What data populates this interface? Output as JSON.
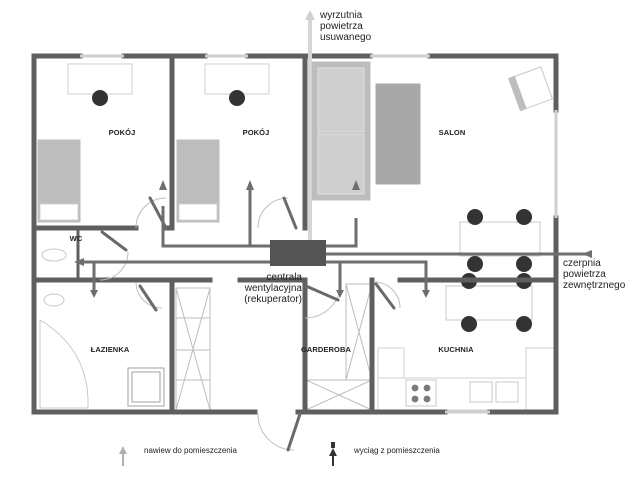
{
  "rooms": {
    "pokoj1": "POKÓJ",
    "pokoj2": "POKÓJ",
    "salon": "SALON",
    "wc": "WC",
    "lazienka": "ŁAZIENKA",
    "garderoba": "GARDEROBA",
    "kuchnia": "KUCHNIA"
  },
  "annotations": {
    "exhaust_out": "wyrzutnia\npowietrza\nusuwanego",
    "intake": "czerpnia\npowietrza\nzewnętrznego",
    "central_unit": "centrala\nwentylacyjna\n(rekuperator)"
  },
  "legend": {
    "supply": "nawiew do pomieszczenia",
    "extract": "wyciąg z pomieszczenia"
  },
  "colors": {
    "wall": "#606060",
    "duct": "#6e6e6e",
    "furniture": "#bcbcbc",
    "furniture_outline": "#d0d0d0",
    "dark": "#333333",
    "arrow_light": "#b0b0b0"
  }
}
